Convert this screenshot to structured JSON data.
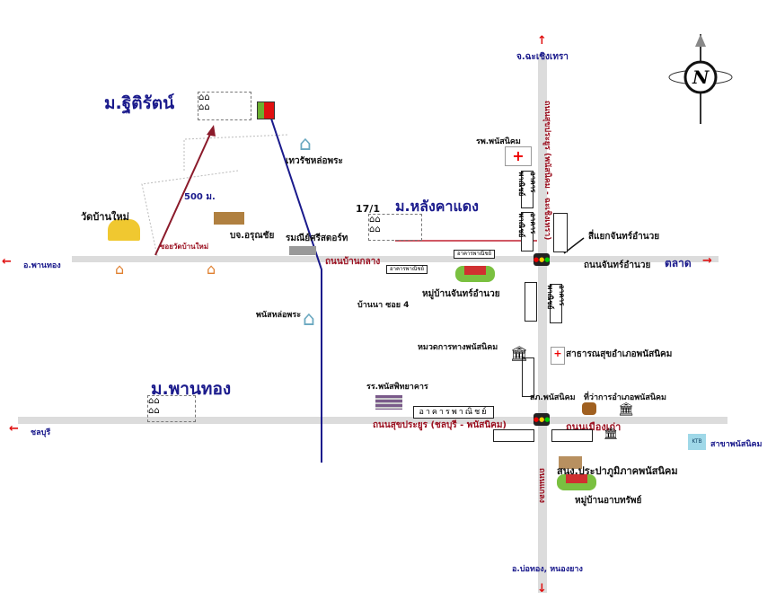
{
  "title": "แผนที่",
  "compass": "N",
  "villages": {
    "thitirat": "ม.ฐิติรัตน์",
    "langkhadaeng": "ม.หลังคาแดง",
    "phanthong": "ม.พานทอง",
    "house_no": "17/1"
  },
  "directions": {
    "north": "จ.ฉะเชิงเทรา",
    "west_top": "อ.พานทอง",
    "east": "ตลาด",
    "west_bottom": "ชลบุรี",
    "south": "อ.บ่อทอง, หนองยาง"
  },
  "roads": {
    "ban_klang": "ถนนบ้านกลาง",
    "soi_wat": "ซอยวัดบ้านใหม่",
    "sukprayoon_ns": "ถนนสุขประยูร (พนัสนิคม - ฉะเชิงเทรา)",
    "chan_amnuay": "ถนนจันทร์อำนวย",
    "sukprayoon_ew": "ถนนสุขประยูร (ชลบุรี - พนัสนิคม)",
    "mueang_kao": "ถนนเมืองเก่า",
    "klaeng": "ถนนแกลง"
  },
  "distance": "500 ม.",
  "places": {
    "thewarat": "เทวรัชหล่อพระ",
    "wat": "วัดบ้านใหม่",
    "arunchai": "บจ.อรุณชัย",
    "rommanee": "รมณีย์ศรีสตอร์ท",
    "hospital": "รพ.พนัสนิคม",
    "intersection": "สี่แยกจันทร์อำนวย",
    "commercial": "อาคารพาณิชย์",
    "moo_chan": "หมู่บ้านจันทร์อำนวย",
    "banna": "บ้านนา ซอย 4",
    "phanat_lopra": "พนัสหล่อพระ",
    "highway": "หมวดการทางพนัสนิคม",
    "health": "สาธารณสุขอำเภอพนัสนิคม",
    "school": "รร.พนัสพิทยาคาร",
    "police": "สภ.พนัสนิคม",
    "district": "ที่ว่าการอำเภอพนัสนิคม",
    "ktb_logo": "KTB",
    "ktb": "สาขาพนัสนิคม",
    "waterworks": "สนง.ประปาภูมิภาคพนัสนิคม",
    "moo_arbsap": "หมู่บ้านอาบทรัพย์"
  }
}
